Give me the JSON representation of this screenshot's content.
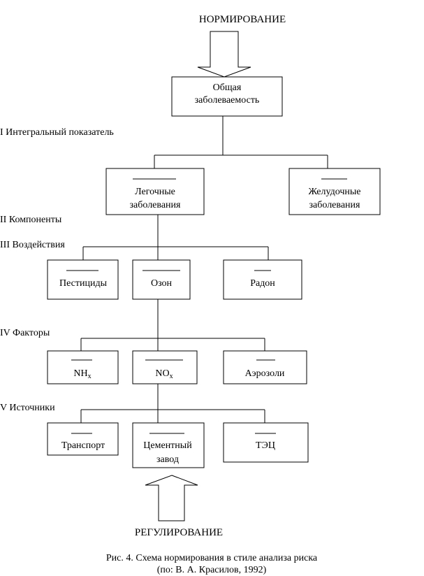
{
  "top_label": "НОРМИРОВАНИЕ",
  "bottom_label": "РЕГУЛИРОВАНИЕ",
  "levels": {
    "l1": "I Интегральный показатель",
    "l2": "II Компоненты",
    "l3": "III Воздействия",
    "l4": "IV Факторы",
    "l5": "V Источники"
  },
  "nodes": {
    "general": [
      "Общая",
      "заболеваемость"
    ],
    "pulmonary": [
      "Легочные",
      "заболевания"
    ],
    "gastric": [
      "Желудочные",
      "заболевания"
    ],
    "pesticides": [
      "Пестициды"
    ],
    "ozone": [
      "Озон"
    ],
    "radon": [
      "Радон"
    ],
    "nhx": {
      "main": "NH",
      "sub": "x"
    },
    "nox": {
      "main": "NO",
      "sub": "x"
    },
    "aerosols": [
      "Аэрозоли"
    ],
    "transport": [
      "Транспорт"
    ],
    "cement": [
      "Цементный",
      "завод"
    ],
    "tec": [
      "ТЭЦ"
    ]
  },
  "caption": {
    "line1": "Рис. 4. Схема нормирования в стиле анализа риска",
    "line2": "(по:  В. А. Красилов, 1992)"
  }
}
